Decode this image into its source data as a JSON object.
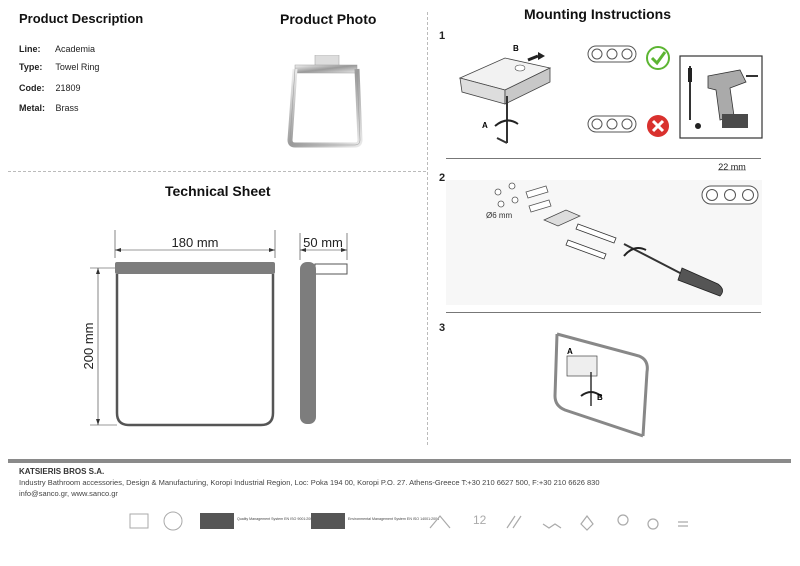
{
  "product_description": {
    "title": "Product Description",
    "specs": [
      {
        "key": "Line:",
        "value": "Academia"
      },
      {
        "key": "Type:",
        "value": "Towel Ring"
      },
      {
        "key": "Code:",
        "value": "21809"
      },
      {
        "key": "Metal:",
        "value": "Brass"
      }
    ]
  },
  "product_photo": {
    "title": "Product Photo"
  },
  "technical_sheet": {
    "title": "Technical Sheet",
    "width_label": "180 mm",
    "depth_label": "50 mm",
    "height_label": "200 mm"
  },
  "mounting": {
    "title": "Mounting Instructions",
    "steps": [
      "1",
      "2",
      "3"
    ],
    "label_a": "A",
    "label_b": "B",
    "hole_label": "Ø6 mm",
    "spacing_label": "22 mm"
  },
  "footer": {
    "company": "KATSIERIS BROS S.A.",
    "address": "Industry Bathroom accessories, Design & Manufacturing, Koropi Industrial Region, Loc: Poka 194 00, Koropi P.O. 27. Athens-Greece   T:+30 210 6627 500, F:+30 210 6626 830",
    "web": "info@sanco.gr, www.sanco.gr",
    "cert1": "Quality Management System EN ISO 9001:2008",
    "cert2": "Environmental Management System EN ISO 14001:2004",
    "warranty": "12"
  },
  "colors": {
    "ok": "#5cb532",
    "bad": "#d9312e",
    "footer_bar": "#8a8a8a"
  }
}
